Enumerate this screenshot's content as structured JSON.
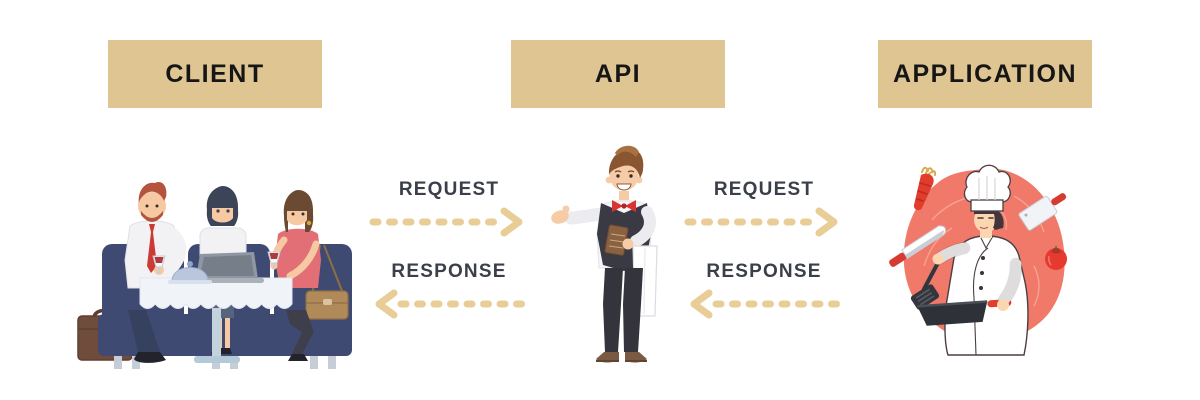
{
  "headers": {
    "client": {
      "label": "CLIENT"
    },
    "api": {
      "label": "API"
    },
    "application": {
      "label": "APPLICATION"
    }
  },
  "flows": {
    "client_api": {
      "request_label": "REQUEST",
      "response_label": "RESPONSE"
    },
    "api_application": {
      "request_label": "REQUEST",
      "response_label": "RESPONSE"
    }
  },
  "illustrations": {
    "client": "diners-at-restaurant-table",
    "api": "waiter",
    "application": "chef-cooking"
  },
  "colors": {
    "header_bg": "#dfc592",
    "header_text": "#161616",
    "label_text": "#3b3f4a",
    "arrow_color": "#e9cd97",
    "bg": "#ffffff"
  }
}
